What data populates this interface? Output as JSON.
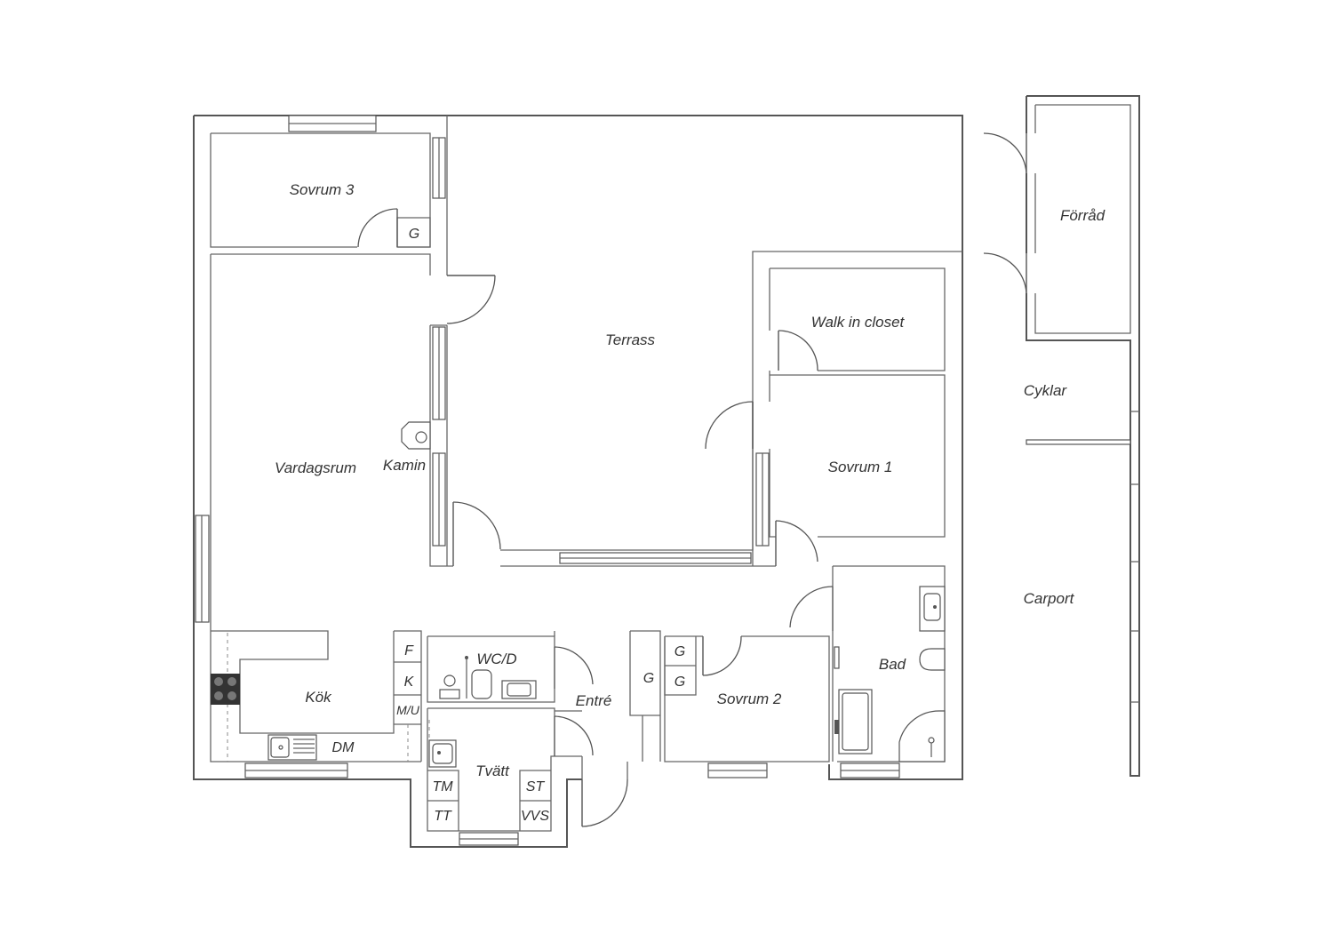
{
  "rooms": {
    "sovrum3": "Sovrum 3",
    "terrass": "Terrass",
    "forrad": "Förråd",
    "walk_in_closet": "Walk in closet",
    "cyklar": "Cyklar",
    "vardagsrum": "Vardagsrum",
    "kamin": "Kamin",
    "sovrum1": "Sovrum 1",
    "carport": "Carport",
    "wc": "WC/D",
    "kok": "Kök",
    "entre": "Entré",
    "sovrum2": "Sovrum 2",
    "bad": "Bad",
    "tvatt": "Tvätt"
  },
  "fixtures": {
    "g_sovrum3": "G",
    "f": "F",
    "k": "K",
    "mu": "M/U",
    "dm": "DM",
    "g_entre": "G",
    "g_sovrum2_top": "G",
    "g_sovrum2_bottom": "G",
    "tm": "TM",
    "tt": "TT",
    "st": "ST",
    "vvs": "VVS"
  },
  "colors": {
    "wall": "#555555",
    "stove": "#333333",
    "text": "#333333"
  }
}
